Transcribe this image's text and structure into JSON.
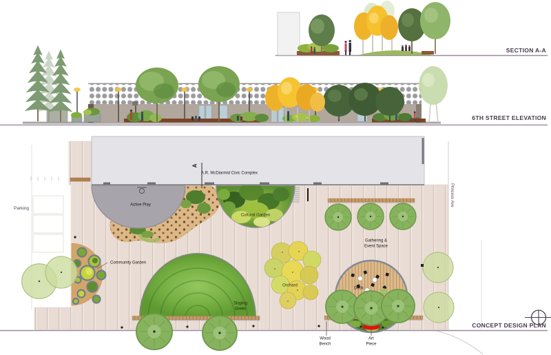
{
  "titles": {
    "section_aa": "SECTION A-A",
    "elevation": "6TH STREET ELEVATION",
    "plan": "CONCEPT DESIGN PLAN"
  },
  "plan": {
    "labels": {
      "parking": "Parking",
      "street": "Princess Ave",
      "building": "A.R. McDiarmid Civic Complex",
      "section_marker": "A",
      "active_play": "Active Play",
      "cultural_garden": "Cultural Garden",
      "community_garden": "Community Garden",
      "sloping_green_1": "Sloping",
      "sloping_green_2": "Green",
      "orchard": "Orchard",
      "gathering_1": "Gathering &",
      "gathering_2": "Event Space",
      "deck": "Deck",
      "wood_bench_1": "Wood",
      "wood_bench_2": "Bench",
      "art_piece_1": "Art",
      "art_piece_2": "Piece"
    }
  },
  "palette": {
    "plaza": "#e9dcd4",
    "plaza_stripe": "#d3c1b6",
    "building_plan": "#e4e4e8",
    "active_play_gray": "#a8a4ab",
    "sand": "#dcb888",
    "lawn_green": "#76b043",
    "orchard_yellow": "#e6d44e",
    "deck_wood": "#ddba8c",
    "bench_wood": "#c59a6b",
    "art_piece_red": "#e01212",
    "title_line": "#9b8a9b",
    "title_text": "#46394a",
    "facade_dot": "#9c9ca0"
  }
}
